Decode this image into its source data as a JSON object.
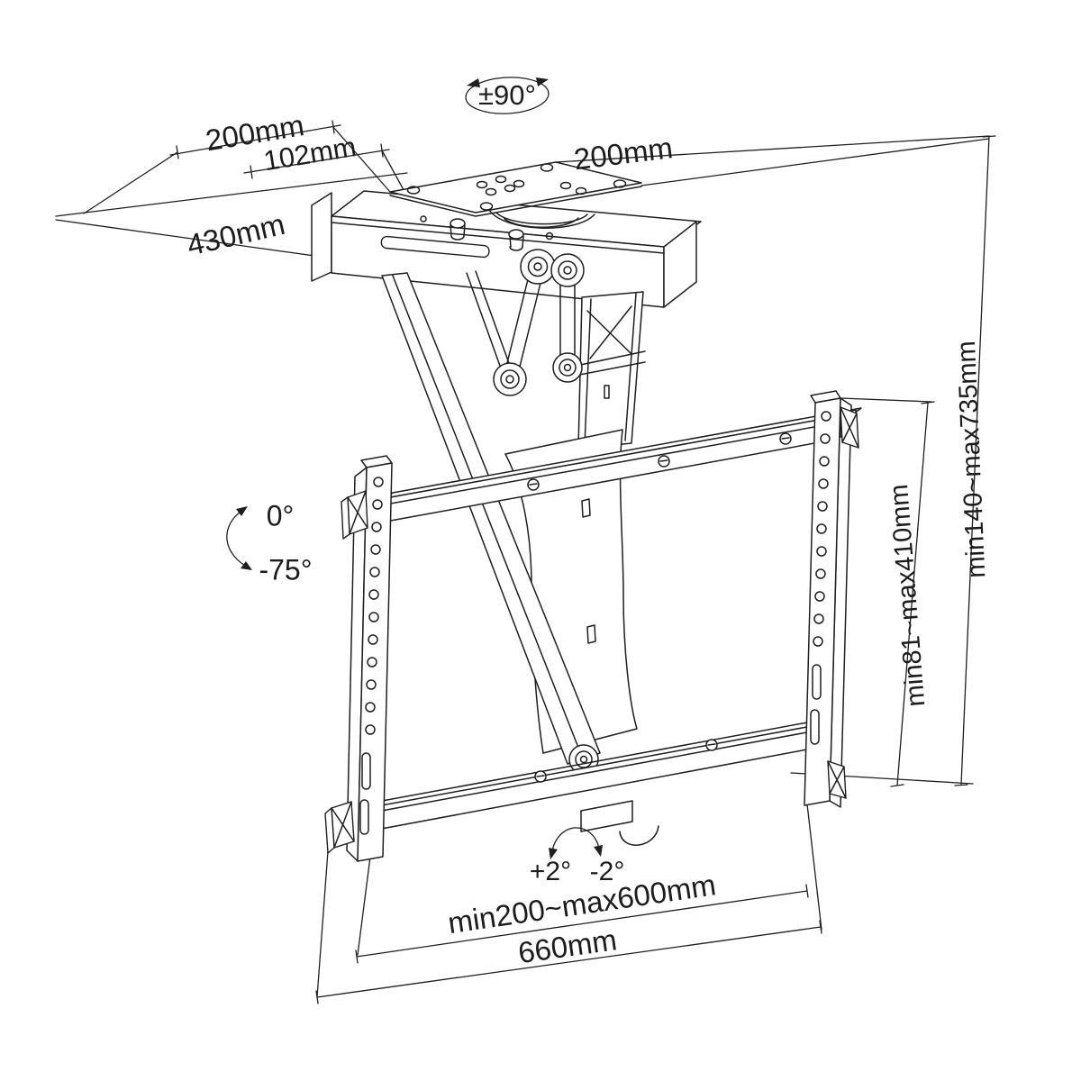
{
  "diagram": {
    "type": "technical-line-drawing",
    "subject": "motorized flip-down ceiling TV mount with dimensions"
  },
  "labels": {
    "swivel_range": "±90°",
    "ceiling_depth": "200mm",
    "offset_depth": "102mm",
    "ceiling_length": "430mm",
    "ceiling_width": "200mm",
    "drop_range": "min140~max735mm",
    "bracket_drop_range": "min81~max410mm",
    "tilt_max": "0°",
    "tilt_min": "-75°",
    "level_plus": "+2°",
    "level_minus": "-2°",
    "mount_hole_range": "min200~max600mm",
    "bracket_width": "660mm"
  },
  "colors": {
    "line": "#1f1f1f",
    "background": "#ffffff"
  }
}
